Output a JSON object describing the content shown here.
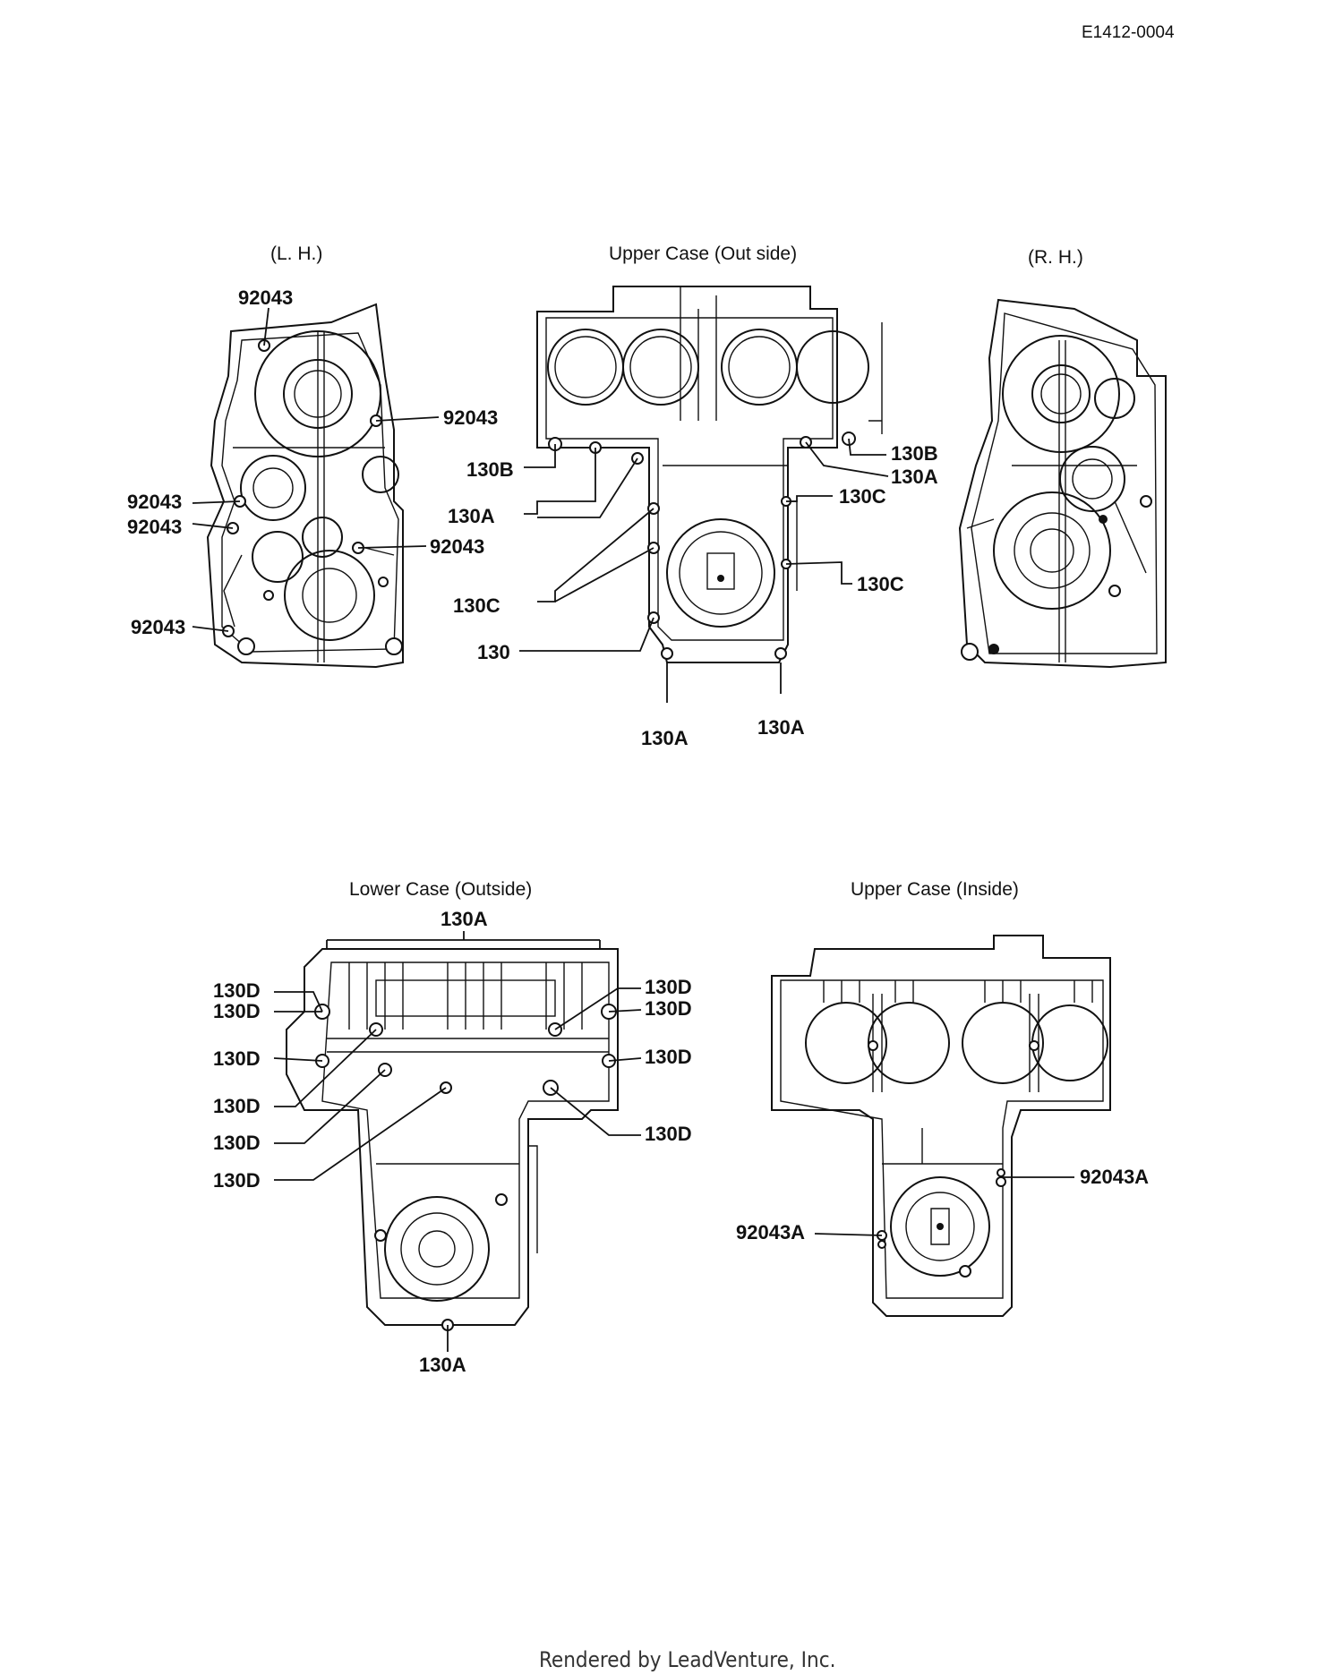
{
  "ref_code": "E1412-0004",
  "footer": "Rendered by LeadVenture, Inc.",
  "views": {
    "lh": {
      "title": "(L. H.)"
    },
    "upper_out": {
      "title": "Upper Case (Out side)"
    },
    "rh": {
      "title": "(R. H.)"
    },
    "lower_out": {
      "title": "Lower Case (Outside)"
    },
    "upper_in": {
      "title": "Upper Case (Inside)"
    }
  },
  "labels": {
    "lh_92043_top": "92043",
    "lh_92043_right": "92043",
    "lh_92043_left1": "92043",
    "lh_92043_left2": "92043",
    "lh_92043_mid": "92043",
    "lh_92043_bottom": "92043",
    "uo_130B_left": "130B",
    "uo_130A_left": "130A",
    "uo_130C_left": "130C",
    "uo_130_left": "130",
    "uo_130B_right": "130B",
    "uo_130A_right": "130A",
    "uo_130C_right1": "130C",
    "uo_130C_right2": "130C",
    "uo_130A_bottom1": "130A",
    "uo_130A_bottom2": "130A",
    "lo_130A_top": "130A",
    "lo_130D_l1": "130D",
    "lo_130D_l2": "130D",
    "lo_130D_l3": "130D",
    "lo_130D_l4": "130D",
    "lo_130D_l5": "130D",
    "lo_130D_l6": "130D",
    "lo_130D_r1": "130D",
    "lo_130D_r2": "130D",
    "lo_130D_r3": "130D",
    "lo_130D_r4": "130D",
    "lo_130A_bottom": "130A",
    "ui_92043A_right": "92043A",
    "ui_92043A_left": "92043A"
  }
}
